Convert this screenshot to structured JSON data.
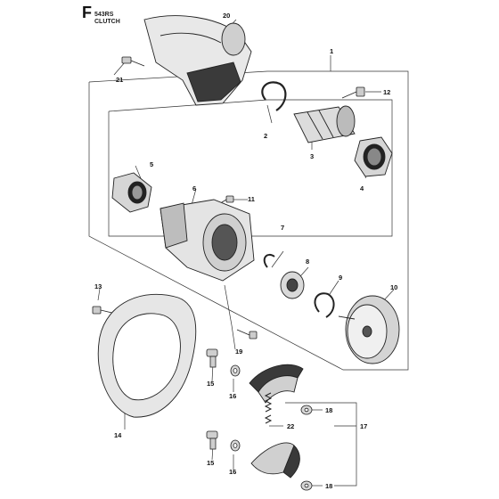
{
  "header": {
    "section_letter": "F",
    "model": "543RS",
    "title": "CLUTCH"
  },
  "callouts": [
    "1",
    "2",
    "3",
    "4",
    "5",
    "6",
    "7",
    "8",
    "9",
    "10",
    "11",
    "12",
    "13",
    "14",
    "15",
    "15",
    "16",
    "16",
    "17",
    "18",
    "18",
    "19",
    "20",
    "21",
    "22"
  ]
}
